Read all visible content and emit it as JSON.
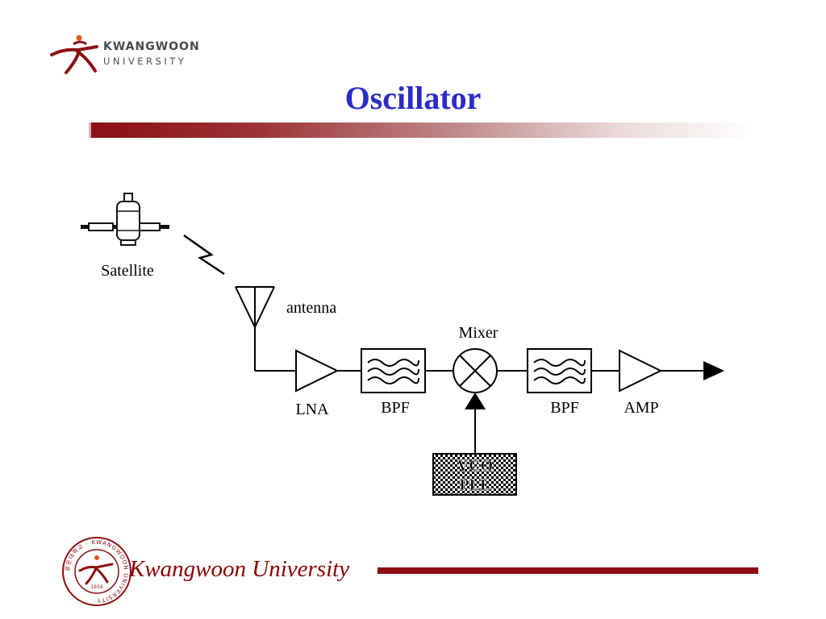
{
  "header": {
    "brand_line1": "KWANGWOON",
    "brand_line2": "UNIVERSITY",
    "title": "Oscillator"
  },
  "diagram": {
    "satellite_label": "Satellite",
    "antenna_label": "antenna",
    "mixer_label": "Mixer",
    "lna_label": "LNA",
    "bpf1_label": "BPF",
    "bpf2_label": "BPF",
    "amp_label": "AMP",
    "vco_label": "VCO",
    "pll_label": "PLL"
  },
  "footer": {
    "university_name": "Kwangwoon University",
    "seal_text": "광운대학교 · KWANGWOON UNIVERSITY",
    "seal_year": "1934"
  },
  "colors": {
    "title": "#2b2bc9",
    "brand_red": "#8b0f12",
    "footer_text": "#8b0000"
  }
}
